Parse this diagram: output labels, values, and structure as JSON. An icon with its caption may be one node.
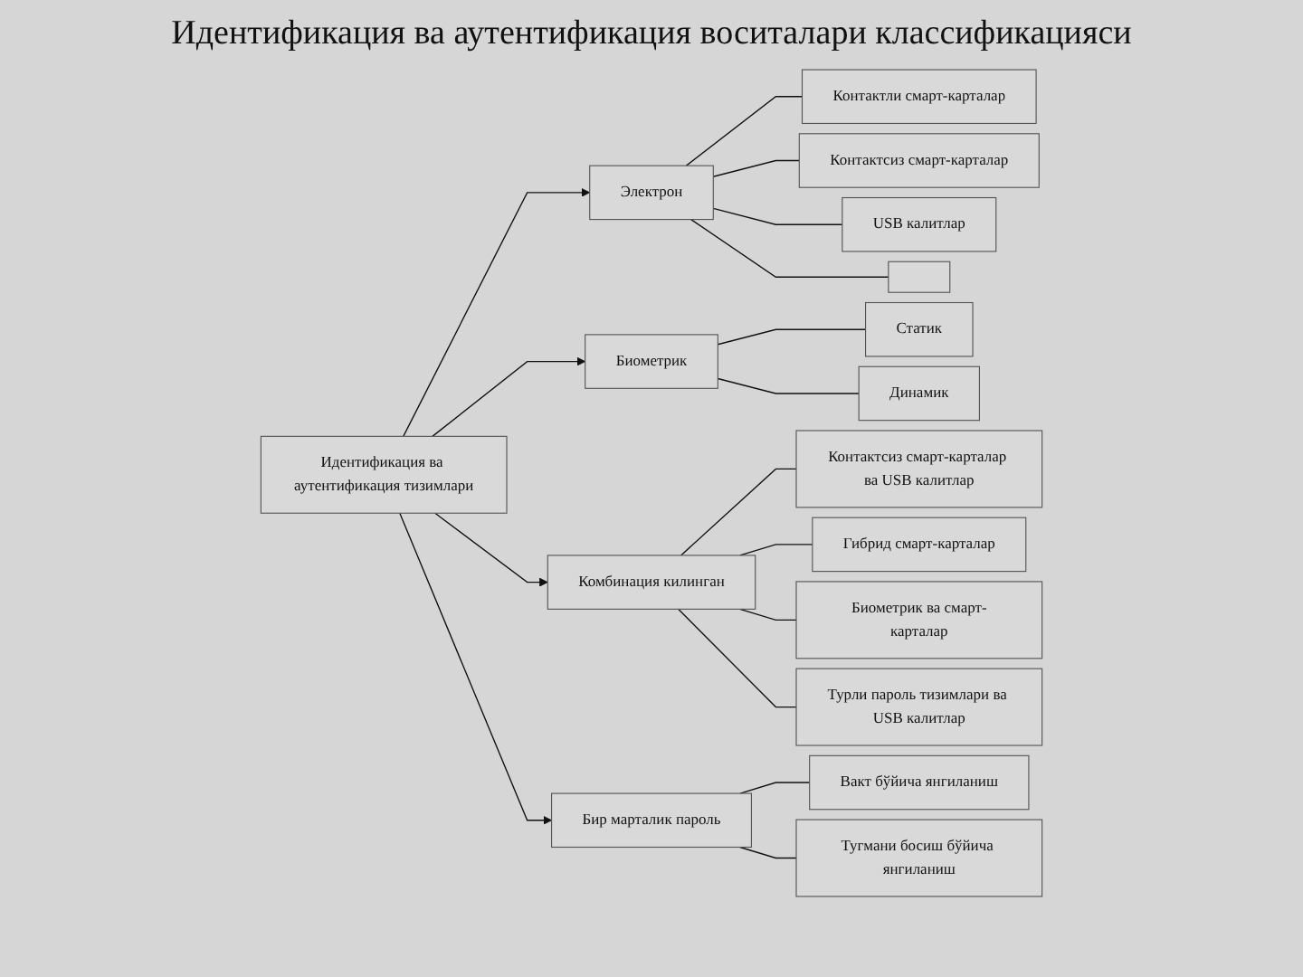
{
  "diagram": {
    "title": "Идентификация ва аутентификация воситалари классификацияси",
    "nodes": [
      {
        "text": [
          "Идентификация ва аутентификация тизимлари"
        ]
      },
      {
        "text": [
          "Электрон"
        ]
      },
      {
        "text": [
          "Биометрик"
        ]
      },
      {
        "text": [
          "Комбинация килинган"
        ]
      },
      {
        "text": [
          "Бир марталик пароль"
        ]
      },
      {
        "text": [
          "Контактли смарт-карталар"
        ]
      },
      {
        "text": [
          "Контактсиз смарт-карталар"
        ]
      },
      {
        "text": [
          "USB калитлар"
        ]
      },
      {
        "text": [],
        "shape": "box"
      },
      {
        "text": [
          "Статик"
        ]
      },
      {
        "text": [
          "Динамик"
        ]
      },
      {
        "text": [
          "Контактсиз смарт-карталар ва USB калитлар"
        ]
      },
      {
        "text": [
          "Гибрид смарт-карталар"
        ]
      },
      {
        "text": [
          "Биометрик ва смарт-карталар"
        ]
      },
      {
        "text": [
          "Турли пароль тизимлари ва USB калитлар"
        ]
      },
      {
        "text": [
          "Вакт бўйича янгиланиш"
        ]
      },
      {
        "text": [
          "Тугмани босиш бўйича янгиланиш"
        ]
      }
    ],
    "edges": [
      {
        "from": 0,
        "to": 1,
        "arrow": "to"
      },
      {
        "from": 0,
        "to": 2,
        "arrow": "to"
      },
      {
        "from": 0,
        "to": 3,
        "arrow": "to"
      },
      {
        "from": 0,
        "to": 4,
        "arrow": "to"
      },
      {
        "from": 1,
        "to": 5,
        "arrow": "none"
      },
      {
        "from": 1,
        "to": 6,
        "arrow": "none"
      },
      {
        "from": 1,
        "to": 7,
        "arrow": "none"
      },
      {
        "from": 1,
        "to": 8,
        "arrow": "none"
      },
      {
        "from": 2,
        "to": 9,
        "arrow": "none"
      },
      {
        "from": 2,
        "to": 10,
        "arrow": "none"
      },
      {
        "from": 3,
        "to": 11,
        "arrow": "none"
      },
      {
        "from": 3,
        "to": 12,
        "arrow": "none"
      },
      {
        "from": 3,
        "to": 13,
        "arrow": "none"
      },
      {
        "from": 3,
        "to": 14,
        "arrow": "none"
      },
      {
        "from": 4,
        "to": 15,
        "arrow": "none"
      },
      {
        "from": 4,
        "to": 16,
        "arrow": "none"
      }
    ]
  }
}
